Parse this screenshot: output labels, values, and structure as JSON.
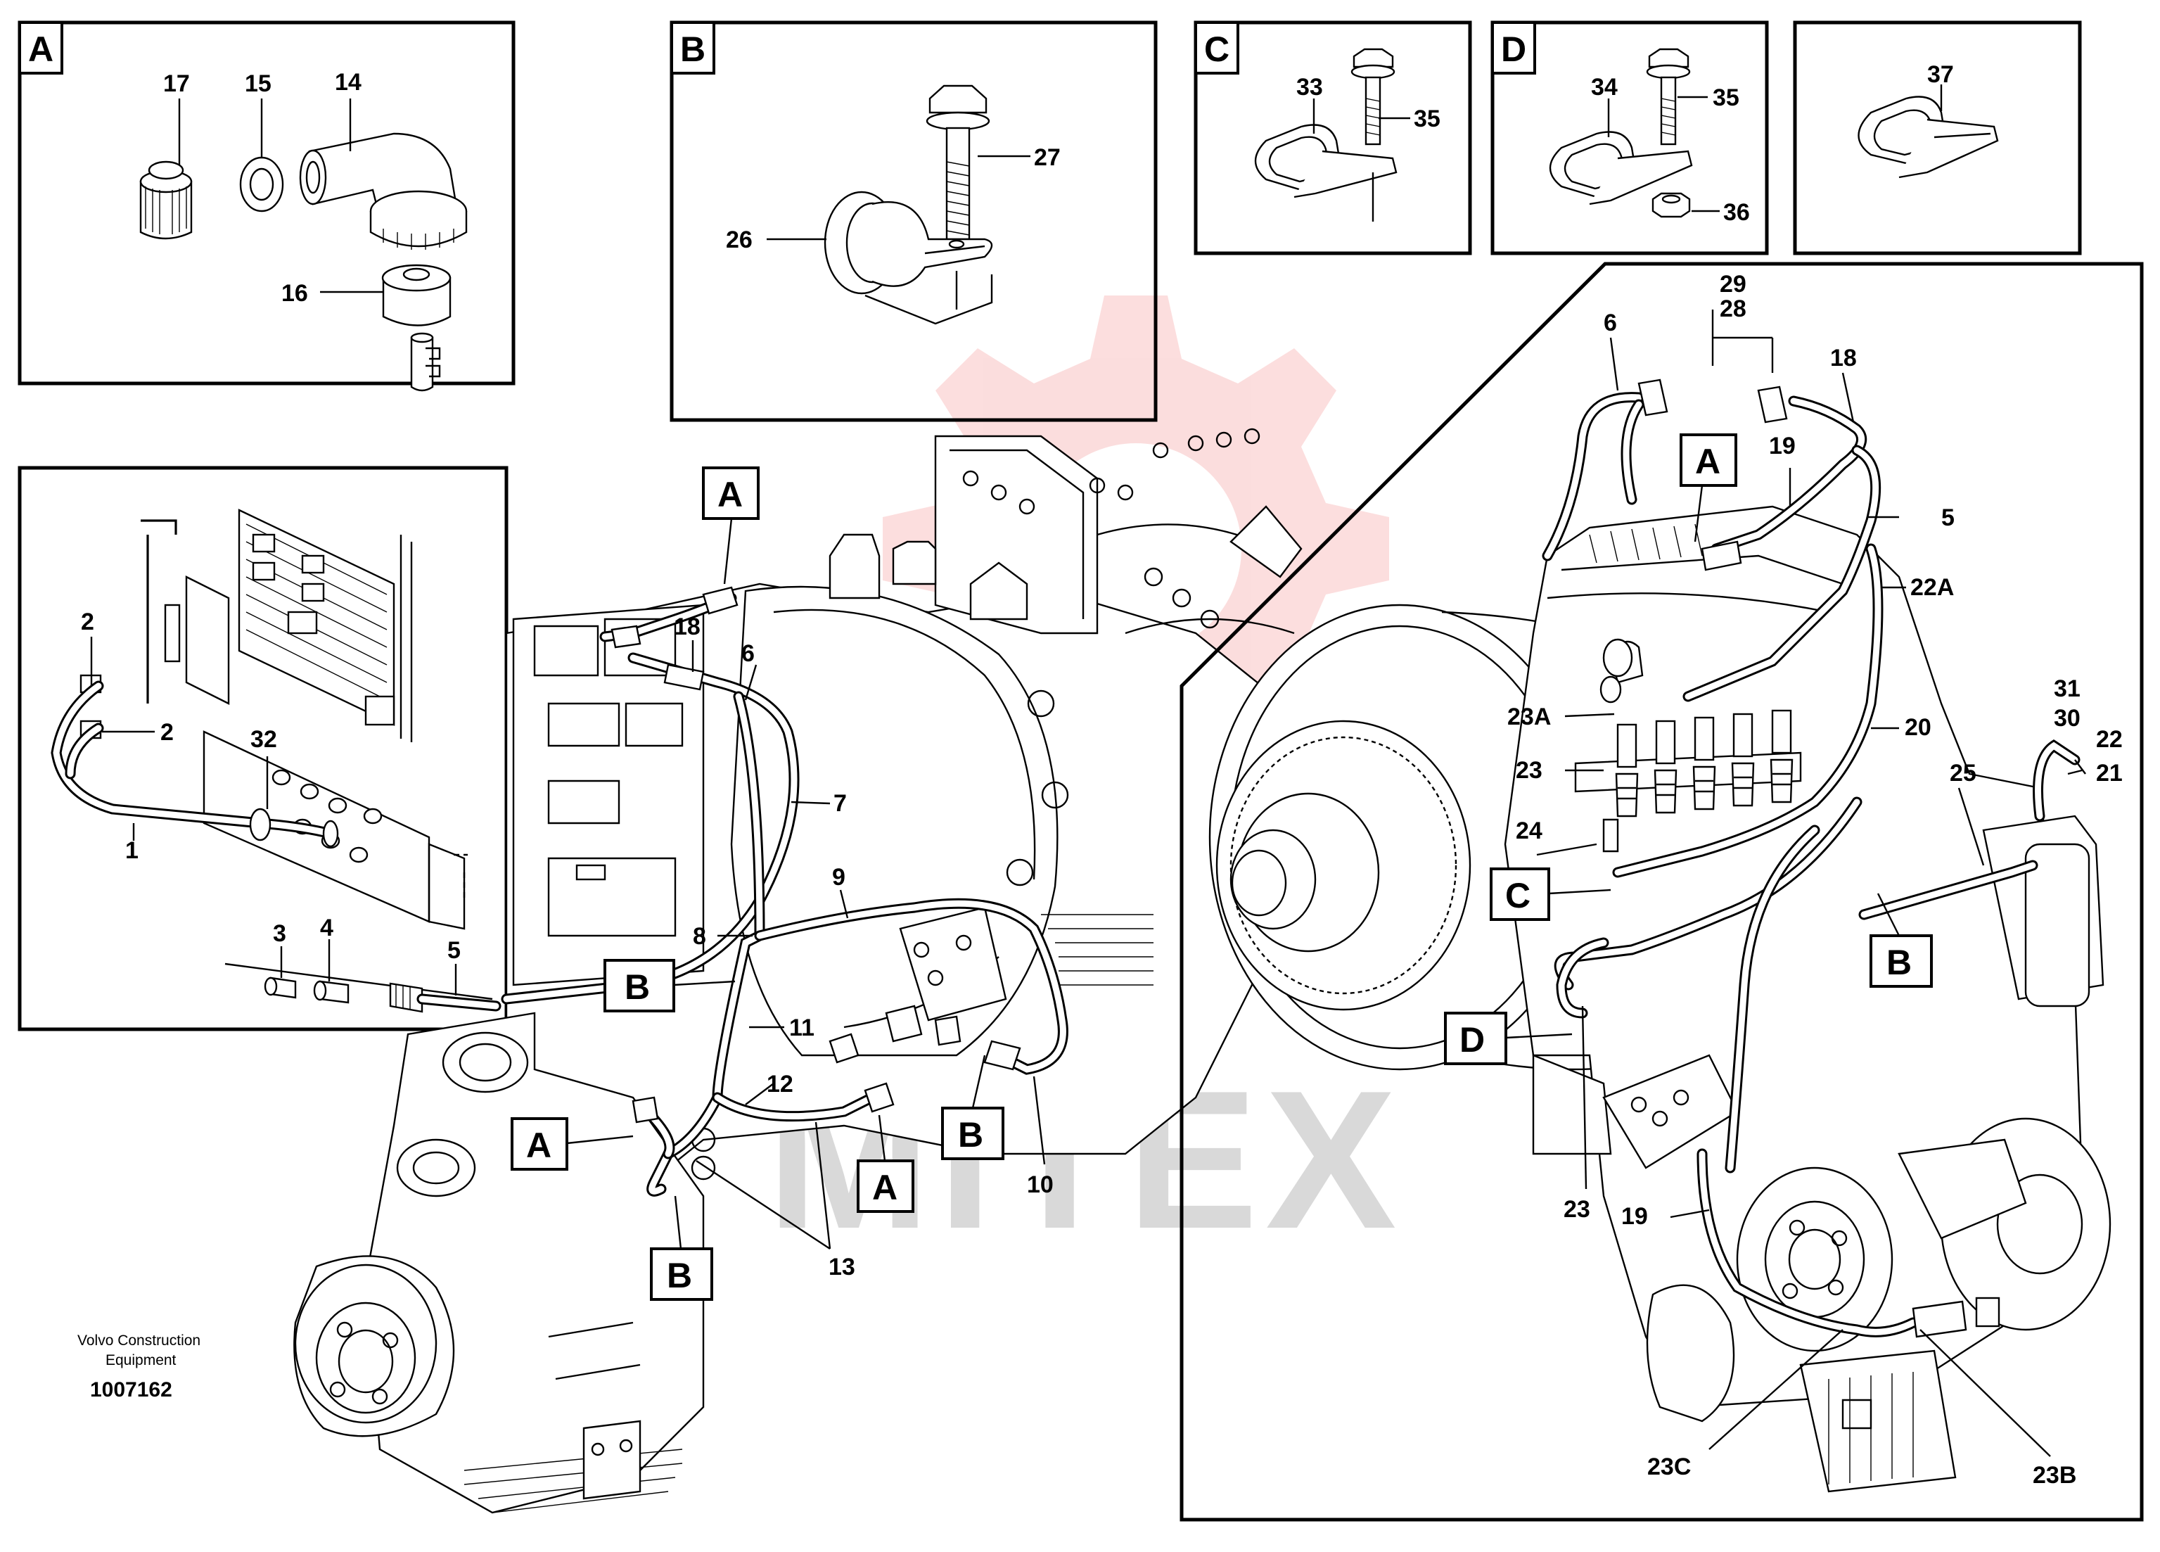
{
  "figure_id": "1007162",
  "manufacturer_note": [
    "Volvo Construction",
    "Equipment"
  ],
  "watermark_text": "MITEX",
  "watermark_color": "#e60000",
  "detail_boxes": {
    "A": {
      "tag": "A",
      "labels": [
        "17",
        "15",
        "14",
        "16"
      ]
    },
    "B": {
      "tag": "B",
      "labels": [
        "27",
        "26"
      ]
    },
    "C": {
      "tag": "C",
      "labels": [
        "33",
        "35"
      ]
    },
    "D": {
      "tag": "D",
      "labels": [
        "34",
        "35",
        "36"
      ]
    },
    "E": {
      "labels": [
        "37"
      ]
    }
  },
  "control_box_labels": [
    "2",
    "2",
    "32",
    "1",
    "3",
    "4",
    "5"
  ],
  "left_view": {
    "tags": [
      "A",
      "B",
      "A",
      "B",
      "A",
      "B"
    ],
    "labels": [
      "18",
      "6",
      "7",
      "9",
      "8",
      "11",
      "12",
      "10",
      "13"
    ]
  },
  "right_view": {
    "tags": [
      "A",
      "C",
      "B",
      "D"
    ],
    "labels": [
      "29",
      "28",
      "6",
      "18",
      "19",
      "5",
      "22A",
      "23A",
      "23",
      "24",
      "31",
      "30",
      "22",
      "21",
      "20",
      "25",
      "23",
      "19",
      "23C",
      "23B"
    ]
  }
}
